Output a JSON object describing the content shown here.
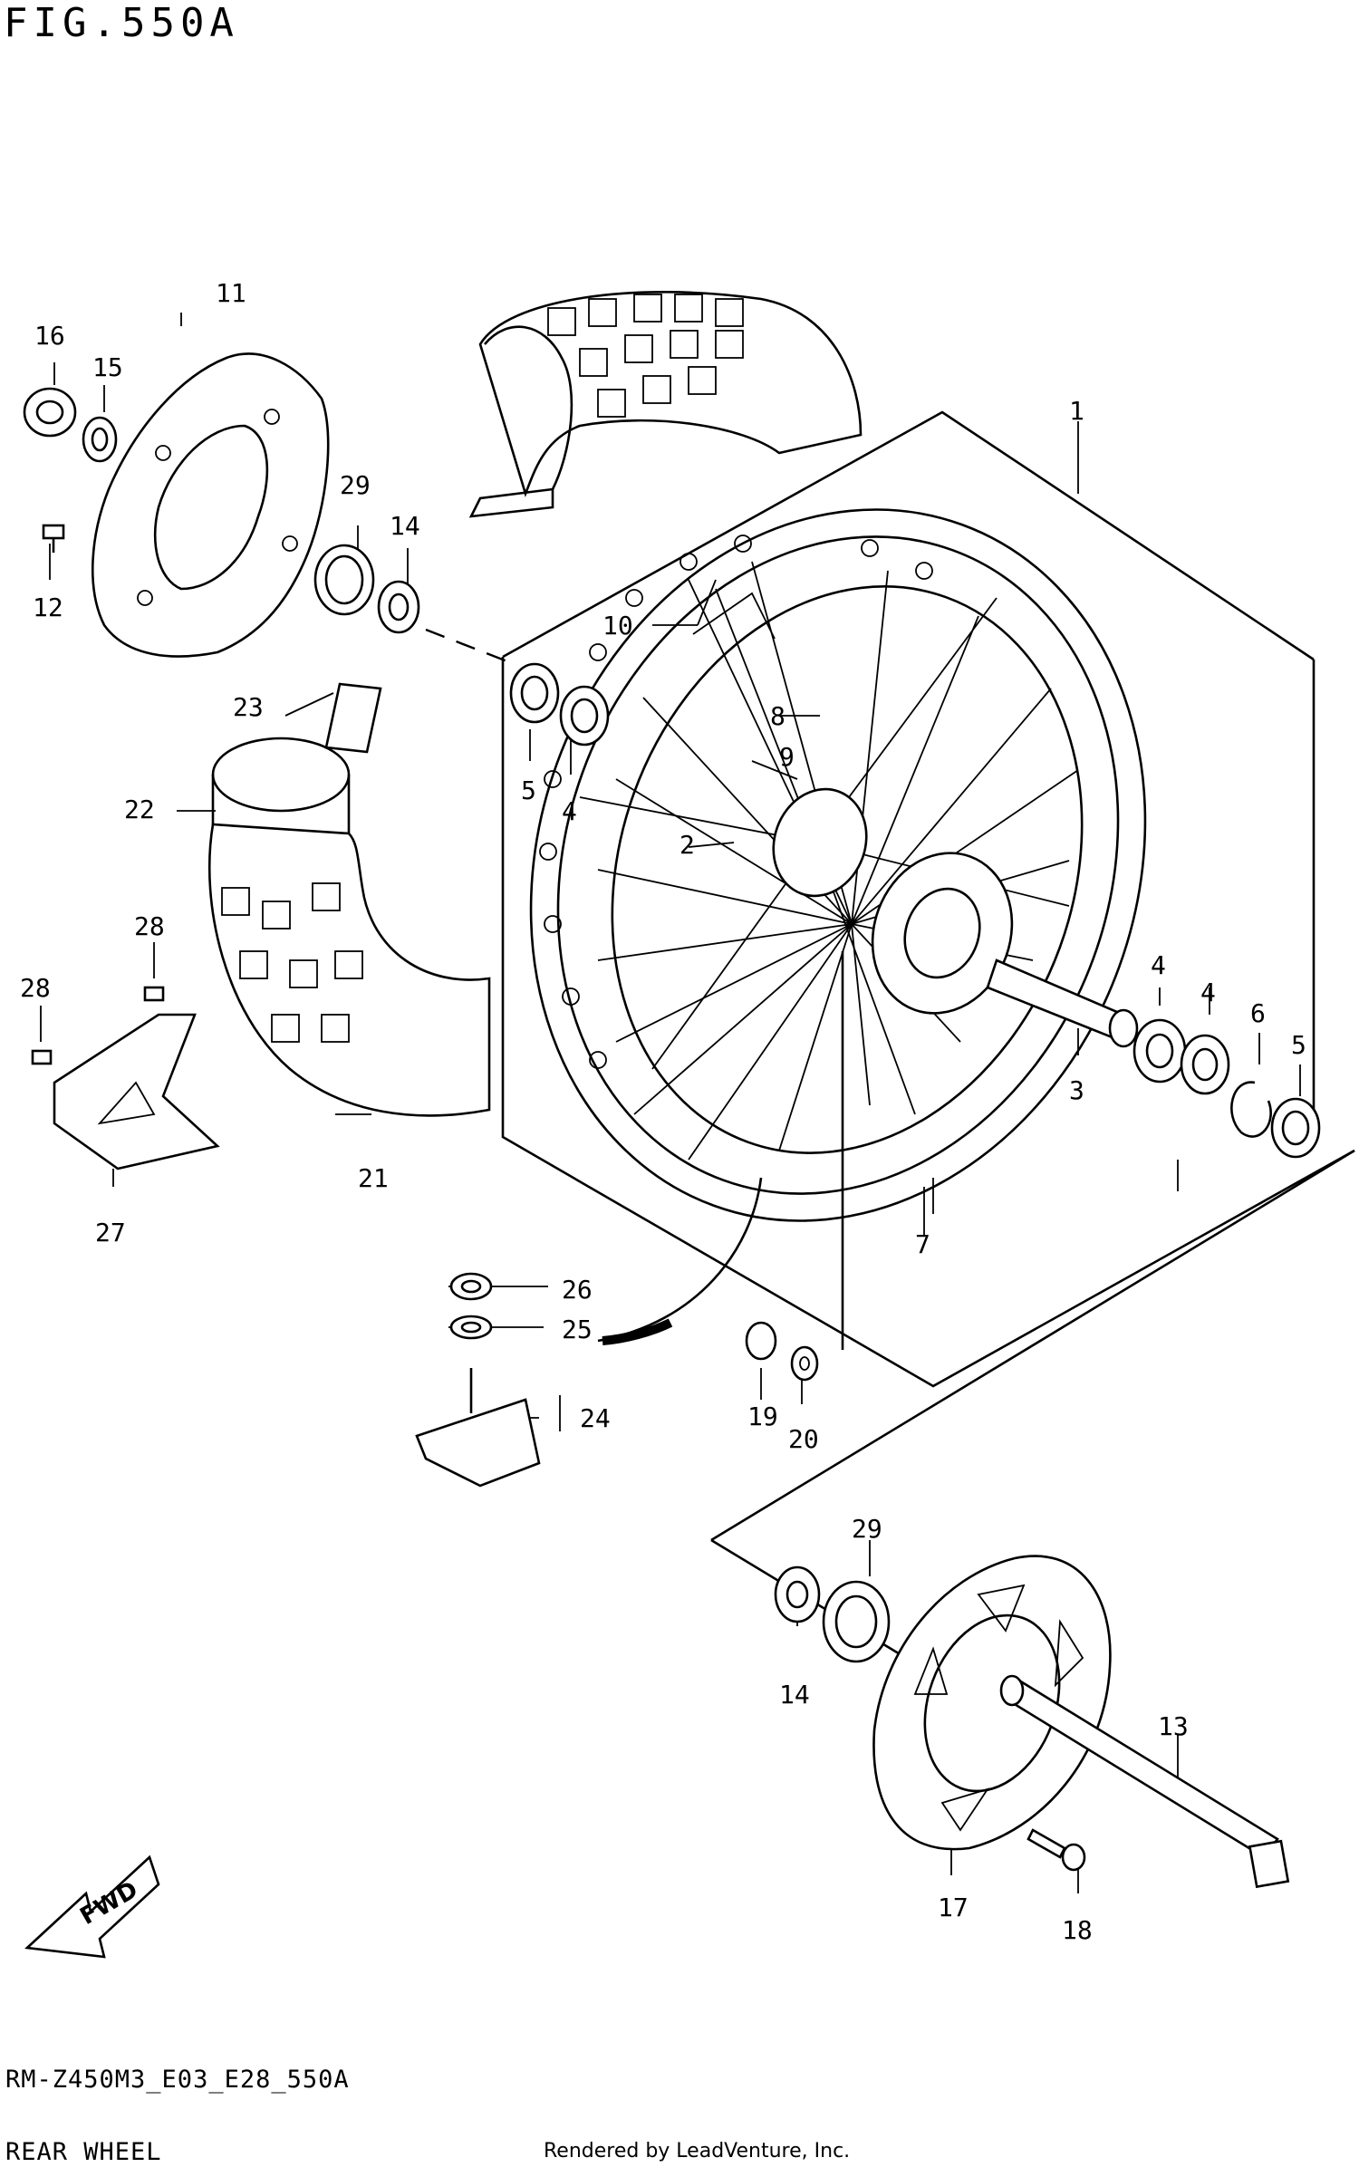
{
  "figure_title": "FIG.550A",
  "model_code": "RM-Z450M3_E03_E28_550A",
  "diagram_name": "REAR WHEEL",
  "render_credit": "Rendered by LeadVenture, Inc.",
  "fwd_label": "FWD",
  "callouts": {
    "c1": "1",
    "c2": "2",
    "c3": "3",
    "c4a": "4",
    "c4b": "4",
    "c4c": "4",
    "c5a": "5",
    "c5b": "5",
    "c6": "6",
    "c7": "7",
    "c8": "8",
    "c9": "9",
    "c10": "10",
    "c11": "11",
    "c12": "12",
    "c13": "13",
    "c14a": "14",
    "c14b": "14",
    "c15": "15",
    "c16": "16",
    "c17": "17",
    "c18": "18",
    "c19": "19",
    "c20": "20",
    "c21": "21",
    "c22": "22",
    "c23": "23",
    "c24": "24",
    "c25": "25",
    "c26": "26",
    "c27": "27",
    "c28a": "28",
    "c28b": "28",
    "c29a": "29",
    "c29b": "29"
  }
}
